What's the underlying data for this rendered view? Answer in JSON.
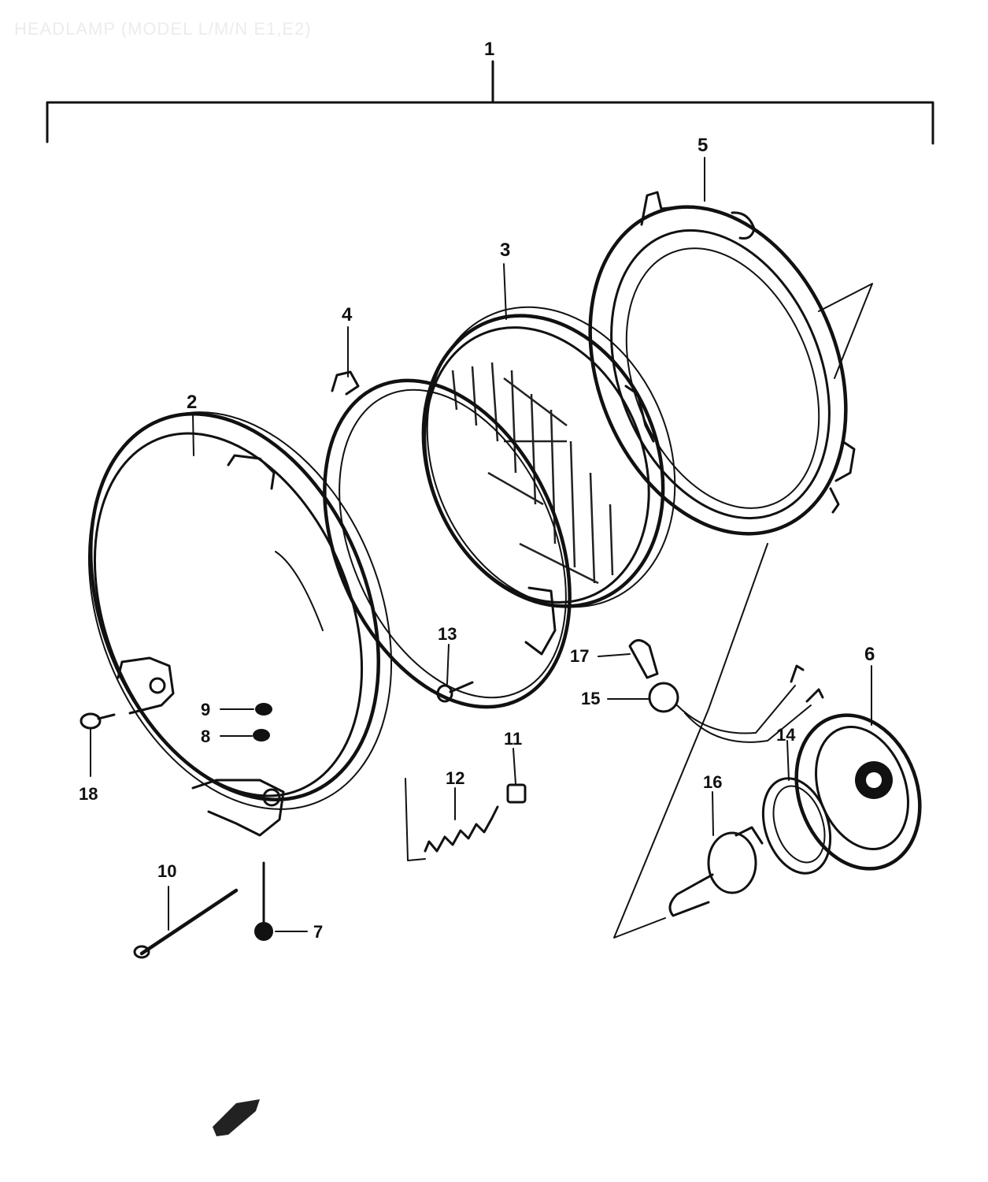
{
  "title": "HEADLAMP (MODEL L/M/N E1,E2)",
  "callouts": [
    {
      "id": "c1",
      "label": "1"
    },
    {
      "id": "c2",
      "label": "2"
    },
    {
      "id": "c3",
      "label": "3"
    },
    {
      "id": "c4",
      "label": "4"
    },
    {
      "id": "c5",
      "label": "5"
    },
    {
      "id": "c6",
      "label": "6"
    },
    {
      "id": "c7",
      "label": "7"
    },
    {
      "id": "c8",
      "label": "8"
    },
    {
      "id": "c9",
      "label": "9"
    },
    {
      "id": "c10",
      "label": "10"
    },
    {
      "id": "c11",
      "label": "11"
    },
    {
      "id": "c12",
      "label": "12"
    },
    {
      "id": "c13",
      "label": "13"
    },
    {
      "id": "c14",
      "label": "14"
    },
    {
      "id": "c15",
      "label": "15"
    },
    {
      "id": "c16",
      "label": "16"
    },
    {
      "id": "c17",
      "label": "17"
    },
    {
      "id": "c18",
      "label": "18"
    }
  ]
}
